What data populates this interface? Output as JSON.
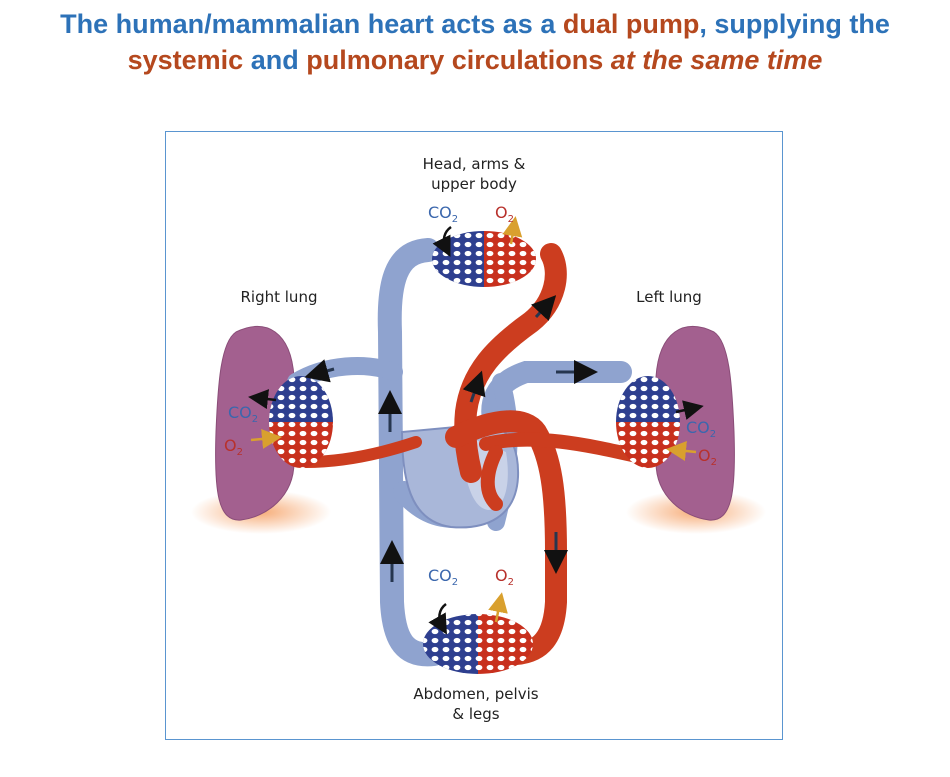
{
  "title": {
    "seg1": "The human/mammalian heart acts as a ",
    "seg2": "dual pump",
    "seg3": ", supplying the",
    "seg4": "systemic",
    "seg5": " and ",
    "seg6": "pulmonary circulations ",
    "seg7": "at the same time"
  },
  "labels": {
    "head": "Head, arms & upper body",
    "abdomen": "Abdomen, pelvis & legs",
    "right_lung": "Right lung",
    "left_lung": "Left lung"
  },
  "gases": {
    "co2": "CO",
    "o2": "O",
    "subscript": "2"
  },
  "colors": {
    "title_blue": "#2d72b8",
    "title_red": "#b5481e",
    "deoxygenated": "#8fa3cf",
    "oxygenated": "#cc3d1f",
    "lung": "#a3608f",
    "frame": "#5a95d0"
  },
  "icons": [
    "heart-diagram",
    "capillary-bed",
    "lung-shape",
    "flow-arrow"
  ]
}
